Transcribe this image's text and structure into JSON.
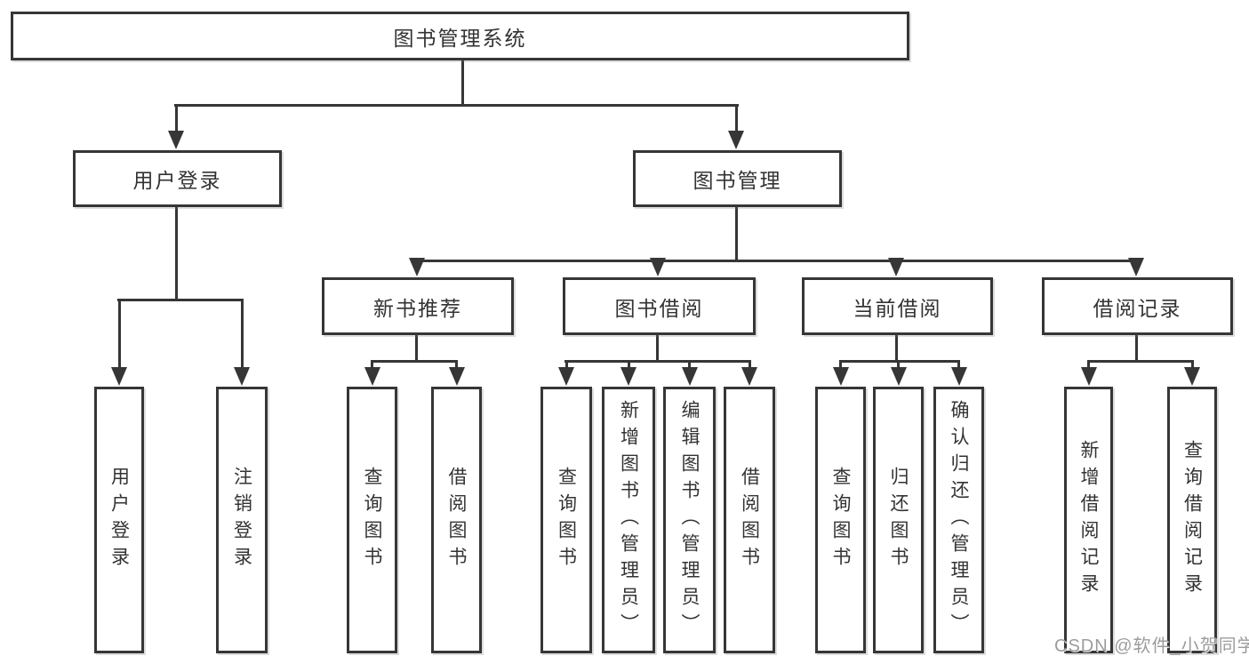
{
  "tree": {
    "root": "图书管理系统",
    "branches": [
      {
        "label": "用户登录",
        "leaves": [
          "用户登录",
          "注销登录"
        ]
      },
      {
        "label": "图书管理",
        "groups": [
          {
            "label": "新书推荐",
            "leaves": [
              "查询图书",
              "借阅图书"
            ]
          },
          {
            "label": "图书借阅",
            "leaves": [
              "查询图书",
              "新增图书（管理员）",
              "编辑图书（管理员）",
              "借阅图书"
            ]
          },
          {
            "label": "当前借阅",
            "leaves": [
              "查询图书",
              "归还图书",
              "确认归还（管理员）"
            ]
          },
          {
            "label": "借阅记录",
            "leaves": [
              "新增借阅记录",
              "查询借阅记录"
            ]
          }
        ]
      }
    ]
  },
  "watermark": "CSDN @软件_小贺同学",
  "colors": {
    "line": "#363636",
    "text": "#333333",
    "background": "#ffffff",
    "watermark": "#9c9c9c"
  }
}
